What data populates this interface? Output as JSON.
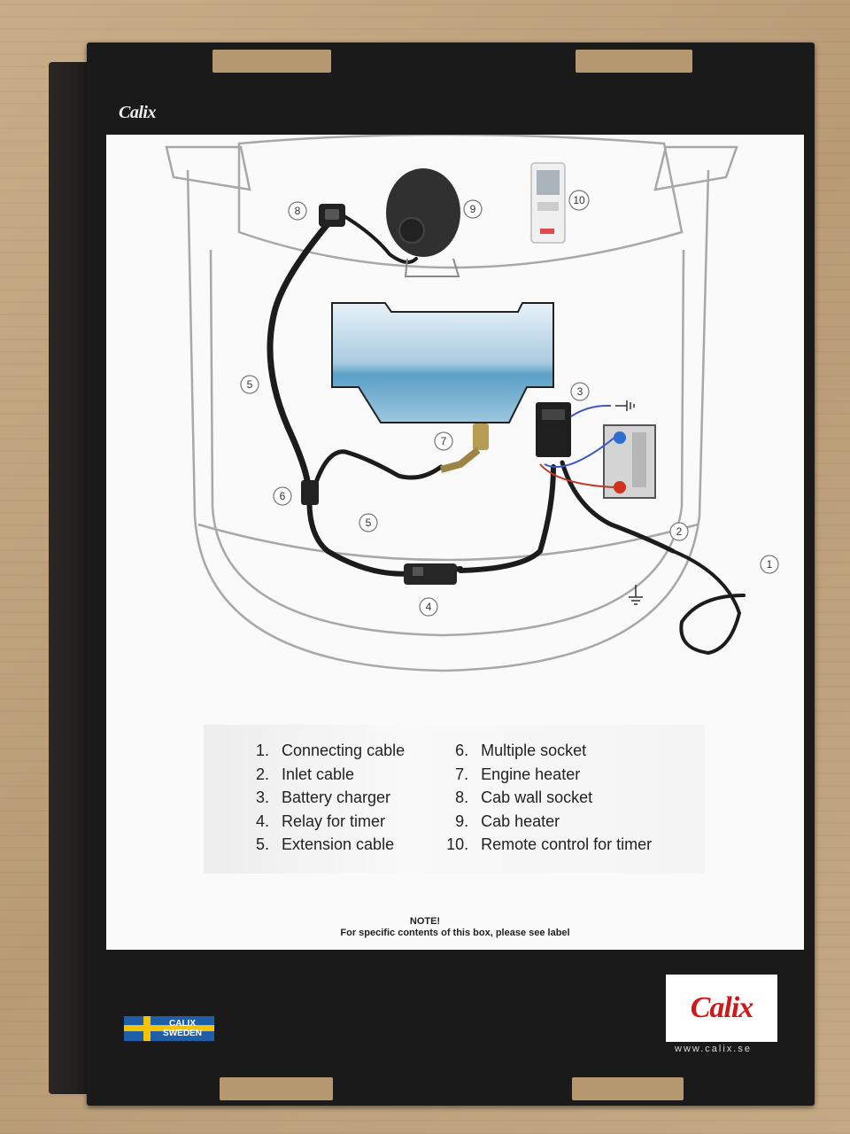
{
  "brand": {
    "logo_small": "Calix",
    "logo_large": "Calix",
    "website": "www.calix.se",
    "flag_line1": "CALIX",
    "flag_line2": "SWEDEN"
  },
  "callouts": [
    "1",
    "2",
    "3",
    "4",
    "5",
    "5",
    "6",
    "7",
    "8",
    "9",
    "10"
  ],
  "legend": {
    "left": [
      {
        "num": "1.",
        "label": "Connecting cable"
      },
      {
        "num": "2.",
        "label": "Inlet cable"
      },
      {
        "num": "3.",
        "label": "Battery charger"
      },
      {
        "num": "4.",
        "label": "Relay for timer"
      },
      {
        "num": "5.",
        "label": "Extension cable"
      }
    ],
    "right": [
      {
        "num": "6.",
        "label": "Multiple socket"
      },
      {
        "num": "7.",
        "label": "Engine heater"
      },
      {
        "num": "8.",
        "label": "Cab wall socket"
      },
      {
        "num": "9.",
        "label": "Cab heater"
      },
      {
        "num": "10.",
        "label": "Remote control for timer"
      }
    ]
  },
  "note": {
    "title": "NOTE!",
    "text": "For specific contents of this box, please see label"
  },
  "colors": {
    "box": "#1a1a1a",
    "panel": "#fafafa",
    "accent_red": "#d01818",
    "flag_blue": "#1f5fa8",
    "flag_yellow": "#f5c400"
  }
}
